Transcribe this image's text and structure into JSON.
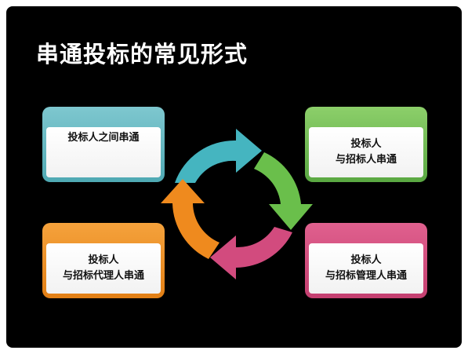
{
  "title": "串通投标的常见形式",
  "boxes": {
    "top_left": {
      "lines": [
        "投标人之间串通"
      ],
      "color": "#4fa9b3"
    },
    "top_right": {
      "lines": [
        "投标人",
        "与招标人串通"
      ],
      "color": "#5aa842"
    },
    "bottom_left": {
      "lines": [
        "投标人",
        "与招标代理人串通"
      ],
      "color": "#e27f15"
    },
    "bottom_right": {
      "lines": [
        "投标人",
        "与招标管理人串通"
      ],
      "color": "#c43f70"
    }
  },
  "arrows": {
    "teal": "#45b5c0",
    "green": "#6abf4b",
    "pink": "#d24b7e",
    "orange": "#ef8a1e"
  }
}
